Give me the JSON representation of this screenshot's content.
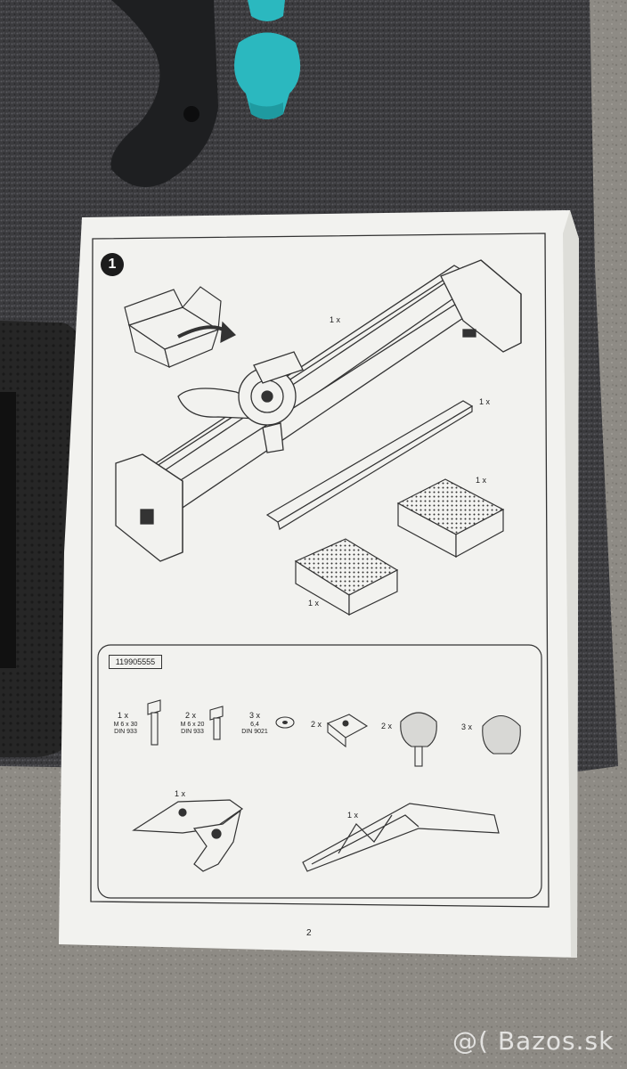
{
  "manual": {
    "step_number": "1",
    "main_parts": [
      {
        "qty": "1 x"
      },
      {
        "qty": "1 x"
      },
      {
        "qty": "1 x"
      },
      {
        "qty": "1 x"
      }
    ],
    "part_number": "119905555",
    "hardware": [
      {
        "qty": "1 x",
        "spec": [
          "M 6 x 30",
          "DIN 933"
        ]
      },
      {
        "qty": "2 x",
        "spec": [
          "M 6 x 20",
          "DIN 933"
        ]
      },
      {
        "qty": "3 x",
        "spec": [
          "6,4",
          "DIN 9021"
        ]
      },
      {
        "qty": "2 x"
      },
      {
        "qty": "2 x"
      },
      {
        "qty": "3 x"
      }
    ],
    "tools": [
      {
        "qty": "1 x"
      },
      {
        "qty": "1 x"
      }
    ],
    "page_number": "2"
  },
  "watermark": "@( Bazos.sk",
  "colors": {
    "carpet": "#3a3a3d",
    "paper": "#f3f3f1",
    "plastic_black": "#232323",
    "teal_parts": "#2bb8bf",
    "pavement": "#8f8c86"
  }
}
